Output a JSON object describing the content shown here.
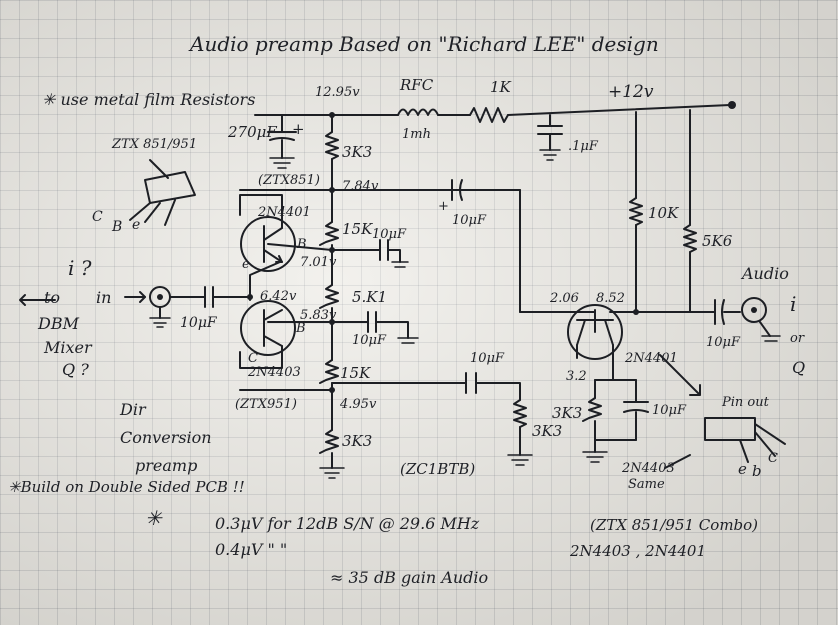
{
  "title": "Audio   preamp  Based  on \"Richard LEE\"  design",
  "notes": {
    "metal_film": "✳ use metal film Resistors",
    "double_sided": "✳Build on Double Sided PCB !!",
    "sensitivity_star": "✳",
    "sensitivity_1": "0.3μV for 12dB S/N @ 29.6 MHz",
    "sensitivity_2": "0.4μV  \"    \"",
    "gain": "≈ 35 dB gain Audio",
    "combo_1": "(ZTX 851/951 Combo)",
    "combo_2": "2N4403 , 2N4401",
    "dir_1": "Dir",
    "dir_2": "Conversion",
    "dir_3": "preamp"
  },
  "input": {
    "iq": "i ?",
    "to": "to",
    "in": "in",
    "dbm_1": "DBM",
    "dbm_2": "Mixer",
    "dbm_3": "Q ?"
  },
  "pinout": {
    "part": "ZTX 851/951",
    "c": "C",
    "b": "B",
    "e": "e",
    "pin_out": "Pin out",
    "pin_e": "e",
    "pin_b": "b",
    "pin_c": "C",
    "same_1": "2N4403",
    "same_2": "Same"
  },
  "components": {
    "c270": "270μF",
    "c270_plus": "+",
    "r3k3_top": "3K3",
    "ztx851": "(ZTX851)",
    "q_2n4401": "2N4401",
    "r15k_top": "15K",
    "c10_top": "10μF",
    "r5k1": "5.K1",
    "c10_mid": "10μF",
    "q_2n4403": "2N4403",
    "r15k_bot": "15K",
    "ztx951": "(ZTX951)",
    "r3k3_bot": "3K3",
    "rfc": "RFC",
    "rfc_val": "1mh",
    "r1k": "1K",
    "c01": ".1μF",
    "c10_big": "10μF",
    "c10_big_plus": "+",
    "r10k": "10K",
    "r5k6": "5K6",
    "c10_fb": "10μF",
    "r3k3_fb": "3K3",
    "zc": "(ZC1BTB)",
    "q_out": "2N4401",
    "r3k3_em": "3K3",
    "c10_em": "10μF",
    "c10_out": "10μF",
    "audio": "Audio",
    "out_i": "i",
    "out_or": "or",
    "out_q": "Q",
    "supply": "+12v",
    "c10_in": "10μF",
    "b_label": "B",
    "e_label": "e",
    "c_label": "C",
    "b_label2": "B"
  },
  "voltages": {
    "v1295": "12.95v",
    "v784": "7.84v",
    "v701": "7.01v",
    "v642": "6.42v",
    "v583": "5.83v",
    "v495": "4.95v",
    "v206": "2.06",
    "v852": "8.52",
    "v32": "3.2"
  }
}
